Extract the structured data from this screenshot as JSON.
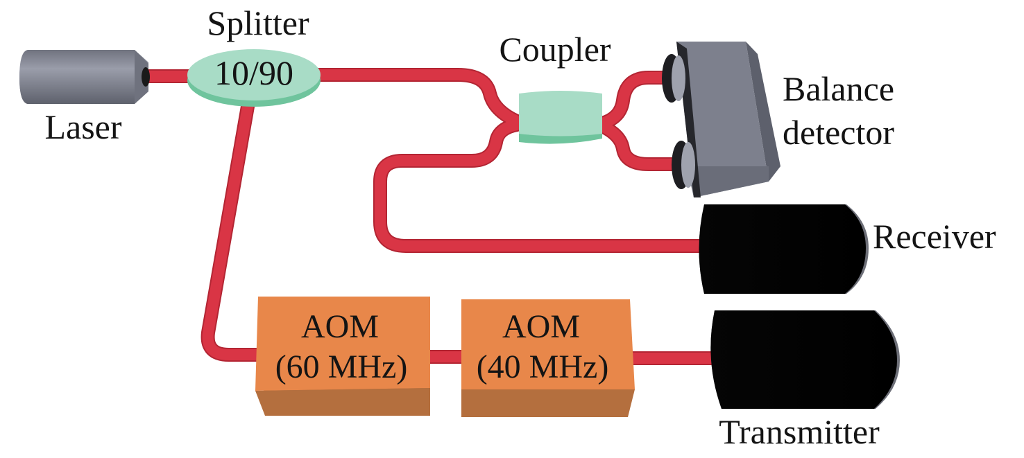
{
  "diagram": {
    "type": "optical-setup-schematic",
    "colors": {
      "fiber": "#d93545",
      "splitter": "#a8dcc6",
      "coupler": "#a8dcc6",
      "aom": "#e8874a",
      "laser": "#8a8d99",
      "detector": "#7d808d",
      "receiver": "#000000",
      "transmitter": "#000000"
    },
    "components": {
      "laser": {
        "label": "Laser"
      },
      "splitter": {
        "label": "Splitter",
        "ratio": "10/90"
      },
      "coupler": {
        "label": "Coupler"
      },
      "balance_detector": {
        "label_line1": "Balance",
        "label_line2": "detector"
      },
      "receiver": {
        "label": "Receiver"
      },
      "transmitter": {
        "label": "Transmitter"
      },
      "aom1": {
        "label_line1": "AOM",
        "label_line2": "(60 MHz)"
      },
      "aom2": {
        "label_line1": "AOM",
        "label_line2": "(40 MHz)"
      }
    },
    "connections": [
      {
        "from": "Laser",
        "to": "Splitter"
      },
      {
        "from": "Splitter",
        "to": "Coupler"
      },
      {
        "from": "Splitter",
        "to": "AOM (60 MHz)"
      },
      {
        "from": "AOM (60 MHz)",
        "to": "AOM (40 MHz)"
      },
      {
        "from": "AOM (40 MHz)",
        "to": "Transmitter"
      },
      {
        "from": "Receiver",
        "to": "Coupler"
      },
      {
        "from": "Coupler",
        "to": "Balance detector"
      },
      {
        "from": "Coupler",
        "to": "Balance detector"
      }
    ]
  }
}
